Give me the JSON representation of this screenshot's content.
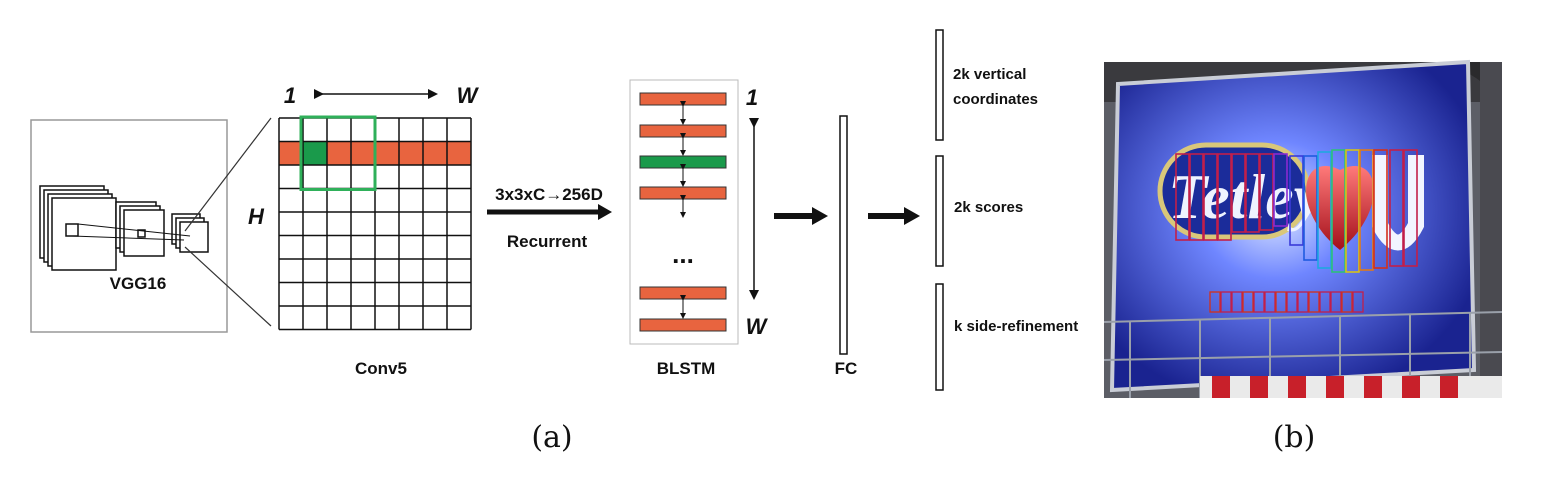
{
  "panel_a": {
    "vgg_label": "VGG16",
    "grid_top_left": "1",
    "grid_top_right": "W",
    "grid_side": "H",
    "conv_label": "Conv5",
    "op_top": "3x3xC→256D",
    "op_bottom": "Recurrent",
    "blstm_top": "1",
    "blstm_bottom": "W",
    "blstm_dots": "...",
    "blstm_label": "BLSTM",
    "fc_label": "FC",
    "out_vertical_1": "2k vertical",
    "out_vertical_2": "coordinates",
    "out_scores": "2k scores",
    "out_side": "k side-refinement",
    "caption": "(a)"
  },
  "panel_b": {
    "billboard_text": "Tetley",
    "caption": "(b)"
  },
  "colors": {
    "orange": "#e8643f",
    "green": "#1a9a4b",
    "green_box": "#2fb05a",
    "billboard_blue": "#1f2fa8"
  }
}
